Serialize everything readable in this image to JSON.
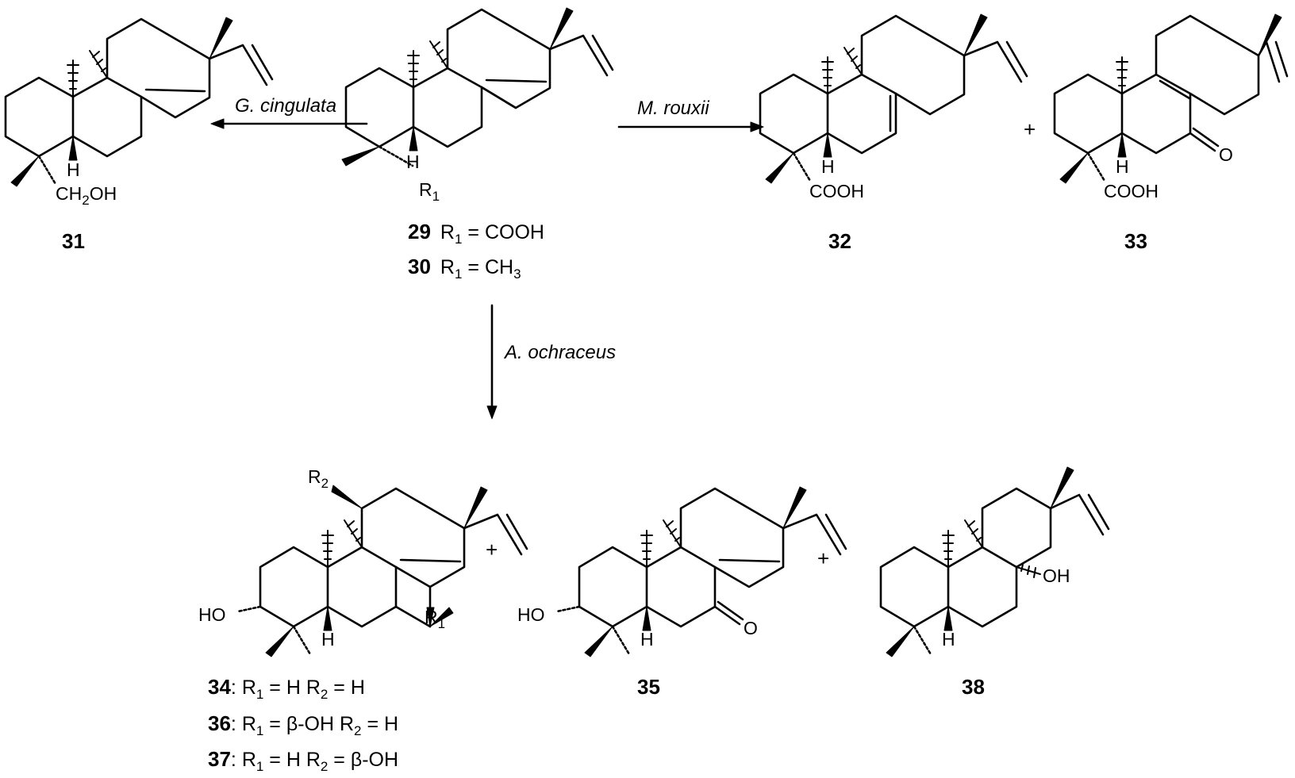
{
  "reagents": {
    "left": "G. cingulata",
    "right": "M. rouxii",
    "down": "A. ochraceus"
  },
  "compounds": {
    "c31": {
      "id": "31",
      "sub1": "CH",
      "sub2": "2",
      "sub3": "OH",
      "h": "H"
    },
    "c29": {
      "id": "29",
      "r": "R",
      "r_sub": "1",
      "eq": " = COOH",
      "h": "H",
      "sub_r": "R",
      "sub_r_idx": "1"
    },
    "c30": {
      "id": "30",
      "r": "R",
      "r_sub": "1",
      "eq": " = CH",
      "eq_sub": "3"
    },
    "c32": {
      "id": "32",
      "group": "COOH",
      "h": "H"
    },
    "c33": {
      "id": "33",
      "group": "COOH",
      "h": "H",
      "o": "O"
    },
    "c34": {
      "id": "34",
      "label": ": R",
      "s1": "1",
      "mid": " = H   R",
      "s2": "2",
      "end": " = H",
      "ho": "HO",
      "h": "H",
      "r1": "R",
      "r1_sub": "1",
      "r2": "R",
      "r2_sub": "2"
    },
    "c36": {
      "id": "36",
      "label": ": R",
      "s1": "1",
      "mid": " = β-OH   R",
      "s2": "2",
      "end": " = H"
    },
    "c37": {
      "id": "37",
      "label": ": R",
      "s1": "1",
      "mid": " = H   R",
      "s2": "2",
      "end": " = β-OH"
    },
    "c35": {
      "id": "35",
      "ho": "HO",
      "h": "H",
      "o": "O"
    },
    "c38": {
      "id": "38",
      "oh": "OH",
      "h": "H"
    }
  },
  "plus": "+"
}
